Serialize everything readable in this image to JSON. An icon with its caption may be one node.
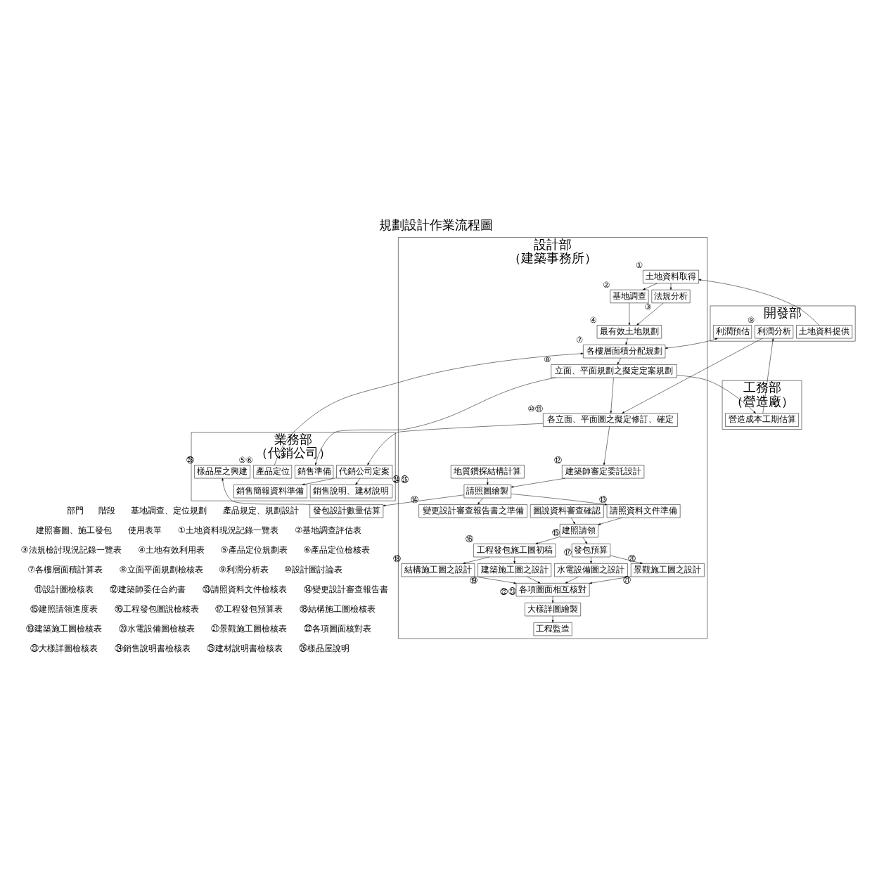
{
  "diagram": {
    "title": "規劃設計作業流程圖",
    "nodes": [
      {
        "text": [
          "開發部"
        ]
      },
      {
        "text": [
          "設計部",
          "（建築事務所）"
        ]
      },
      {
        "text": [
          "業務部",
          "（代銷公司）"
        ]
      },
      {
        "text": [
          "工務部",
          "（營造廠）"
        ]
      },
      {
        "text": [
          "土地資料提供"
        ],
        "in": 0
      },
      {
        "text": [
          "土地資料取得"
        ],
        "in": 1,
        "beside": [
          "①"
        ]
      },
      {
        "text": [
          "基地調查"
        ],
        "in": 1,
        "beside": [
          "②"
        ]
      },
      {
        "text": [
          "法規分析"
        ],
        "in": 1,
        "beside": [
          "③"
        ]
      },
      {
        "text": [
          "最有效土地規劃"
        ],
        "in": 1,
        "beside": [
          "④"
        ]
      },
      {
        "text": [
          "利潤預估"
        ],
        "in": 0
      },
      {
        "text": [
          "各樓層面積分配規劃"
        ],
        "in": 1,
        "beside": [
          "⑦"
        ]
      },
      {
        "text": [
          "產品定位"
        ],
        "in": 2,
        "beside": [
          "⑤⑥"
        ]
      },
      {
        "text": [
          "立面、平面規劃之擬定定案規劃"
        ],
        "in": 1,
        "beside": [
          "⑧"
        ]
      },
      {
        "text": [
          "銷售準備"
        ],
        "in": 2
      },
      {
        "text": [
          "營造成本工期估算"
        ],
        "in": 3
      },
      {
        "text": [
          "利潤分析"
        ],
        "in": 0,
        "beside": [
          "⑨"
        ]
      },
      {
        "text": [
          "各立面、平面圖之擬定修訂、確定"
        ],
        "in": 1,
        "beside": [
          "⑩⑪"
        ]
      },
      {
        "text": [
          "代銷公司定案"
        ],
        "in": 2
      },
      {
        "text": [
          "建築師審定委託設計"
        ],
        "in": 1,
        "beside": [
          "⑫"
        ]
      },
      {
        "text": [
          "地質鑽探結構計算"
        ],
        "in": 1
      },
      {
        "text": [
          "請照圖繪製"
        ],
        "in": 1
      },
      {
        "text": [
          "發包設計數量估算"
        ]
      },
      {
        "text": [
          "請照資料文件準備"
        ],
        "in": 1,
        "beside": [
          "⑬"
        ]
      },
      {
        "text": [
          "變更設計審查報告書之準備"
        ],
        "in": 1,
        "beside": [
          "⑭"
        ]
      },
      {
        "text": [
          "建照請領"
        ],
        "in": 1,
        "beside": [
          "⑮"
        ]
      },
      {
        "text": [
          "圖說資料審查確認"
        ],
        "in": 1
      },
      {
        "text": [
          "工程發包施工圖初稿"
        ],
        "in": 1,
        "beside": [
          "⑯"
        ]
      },
      {
        "text": [
          "發包預算"
        ],
        "in": 1,
        "beside": [
          "⑰"
        ]
      },
      {
        "text": [
          "結構施工圖之設計"
        ],
        "in": 1,
        "beside": [
          "⑱"
        ]
      },
      {
        "text": [
          "建築施工圖之設計"
        ],
        "in": 1,
        "beside": [
          "⑲"
        ]
      },
      {
        "text": [
          "水電設備圖之設計"
        ],
        "in": 1,
        "beside": [
          "⑳"
        ]
      },
      {
        "text": [
          "景觀施工圖之設計"
        ],
        "in": 1,
        "beside": [
          "㉑"
        ]
      },
      {
        "text": [
          "各項圖面相互核對"
        ],
        "in": 1,
        "beside": [
          "㉒㉓"
        ]
      },
      {
        "text": [
          "大樣詳圖繪製"
        ],
        "in": 1
      },
      {
        "text": [
          "工程監造"
        ],
        "in": 1
      },
      {
        "text": [
          "銷售簡報資料準備"
        ],
        "in": 2
      },
      {
        "text": [
          "銷售說明、建材說明"
        ],
        "in": 2,
        "beside": [
          "㉔㉕"
        ]
      },
      {
        "text": [
          "樣品屋之興建"
        ],
        "in": 2,
        "beside": [
          "㉖"
        ]
      }
    ],
    "edges": [
      {
        "from": 4,
        "to": 5,
        "arrow": "to"
      },
      {
        "from": 5,
        "to": 6,
        "arrow": "to"
      },
      {
        "from": 5,
        "to": 7,
        "arrow": "to"
      },
      {
        "from": 6,
        "to": 8,
        "arrow": "to"
      },
      {
        "from": 7,
        "to": 8,
        "arrow": "to"
      },
      {
        "from": 8,
        "to": 10,
        "arrow": "to"
      },
      {
        "from": 9,
        "to": 10,
        "arrow": "both"
      },
      {
        "from": 11,
        "to": 10,
        "arrow": "to"
      },
      {
        "from": 10,
        "to": 12,
        "arrow": "to"
      },
      {
        "from": 12,
        "to": 13,
        "arrow": "to"
      },
      {
        "from": 12,
        "to": 14,
        "arrow": "to"
      },
      {
        "from": 14,
        "to": 15,
        "arrow": "to"
      },
      {
        "from": 12,
        "to": 16,
        "arrow": "to"
      },
      {
        "from": 15,
        "to": 16,
        "arrow": "to"
      },
      {
        "from": 16,
        "to": 17,
        "arrow": "to"
      },
      {
        "from": 16,
        "to": 18,
        "arrow": "to"
      },
      {
        "from": 18,
        "to": 20,
        "arrow": "to"
      },
      {
        "from": 19,
        "to": 20,
        "arrow": "to"
      },
      {
        "from": 20,
        "to": 21,
        "arrow": "to"
      },
      {
        "from": 20,
        "to": 22,
        "arrow": "to"
      },
      {
        "from": 20,
        "to": 23,
        "arrow": "to"
      },
      {
        "from": 22,
        "to": 24,
        "arrow": "to"
      },
      {
        "from": 25,
        "to": 24,
        "arrow": "to"
      },
      {
        "from": 24,
        "to": 26,
        "arrow": "to"
      },
      {
        "from": 24,
        "to": 27,
        "arrow": "to"
      },
      {
        "from": 17,
        "to": 35,
        "arrow": "to"
      },
      {
        "from": 17,
        "to": 36,
        "arrow": "to"
      },
      {
        "from": 21,
        "to": 37,
        "arrow": "to"
      },
      {
        "from": 26,
        "to": 28,
        "arrow": "to"
      },
      {
        "from": 26,
        "to": 29,
        "arrow": "to"
      },
      {
        "from": 27,
        "to": 30,
        "arrow": "to"
      },
      {
        "from": 27,
        "to": 31,
        "arrow": "to"
      },
      {
        "from": 28,
        "to": 32,
        "arrow": "to"
      },
      {
        "from": 29,
        "to": 32,
        "arrow": "to"
      },
      {
        "from": 30,
        "to": 32,
        "arrow": "to"
      },
      {
        "from": 31,
        "to": 32,
        "arrow": "to"
      },
      {
        "from": 32,
        "to": 33,
        "arrow": "to"
      },
      {
        "from": 33,
        "to": 34,
        "arrow": "to"
      }
    ],
    "labels": [
      "部門",
      "階段",
      "基地調查、定位規劃",
      "產品規定、規劃設計",
      "建照審圖、施工發包",
      "使用表單",
      "①土地資料現況記錄一覽表",
      "②基地調查評估表",
      "③法規檢討現況記錄一覽表",
      "④土地有效利用表",
      "⑤產品定位規劃表",
      "⑥產品定位檢核表",
      "⑦各樓層面積計算表",
      "⑧立面平面規劃檢核表",
      "⑨利潤分析表",
      "⑩設計圖討論表",
      "⑪設計圖檢核表",
      "⑫建築師委任合約書",
      "⑬請照資料文件檢核表",
      "⑭變更設計審查報告書",
      "⑮建照請領進度表",
      "⑯工程發包圖說檢核表",
      "⑰工程發包預算表",
      "⑱結構施工圖檢核表",
      "⑲建築施工圖檢核表",
      "⑳水電設備圖檢核表",
      "㉑景觀施工圖檢核表",
      "㉒各項圖面核對表",
      "㉓大樣詳圖檢核表",
      "㉔銷售說明書檢核表",
      "㉕建材說明書檢核表",
      "㉖樣品屋說明"
    ]
  }
}
